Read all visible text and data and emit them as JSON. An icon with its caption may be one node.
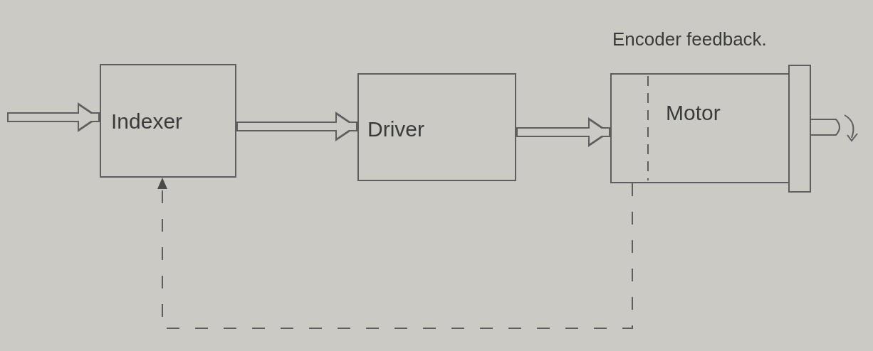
{
  "diagram": {
    "nodes": [
      {
        "text": [
          "Indexer"
        ]
      },
      {
        "text": [
          "Driver"
        ]
      },
      {
        "text": [
          "Motor"
        ],
        "beside": [
          "Encoder feedback."
        ]
      }
    ],
    "edges": [
      {
        "from": null,
        "to": 0,
        "arrow": "to"
      },
      {
        "from": 0,
        "to": 1,
        "arrow": "to"
      },
      {
        "from": 1,
        "to": 2,
        "arrow": "to"
      },
      {
        "from": 2,
        "to": 0,
        "arrow": "to",
        "style": "dashed"
      }
    ]
  }
}
